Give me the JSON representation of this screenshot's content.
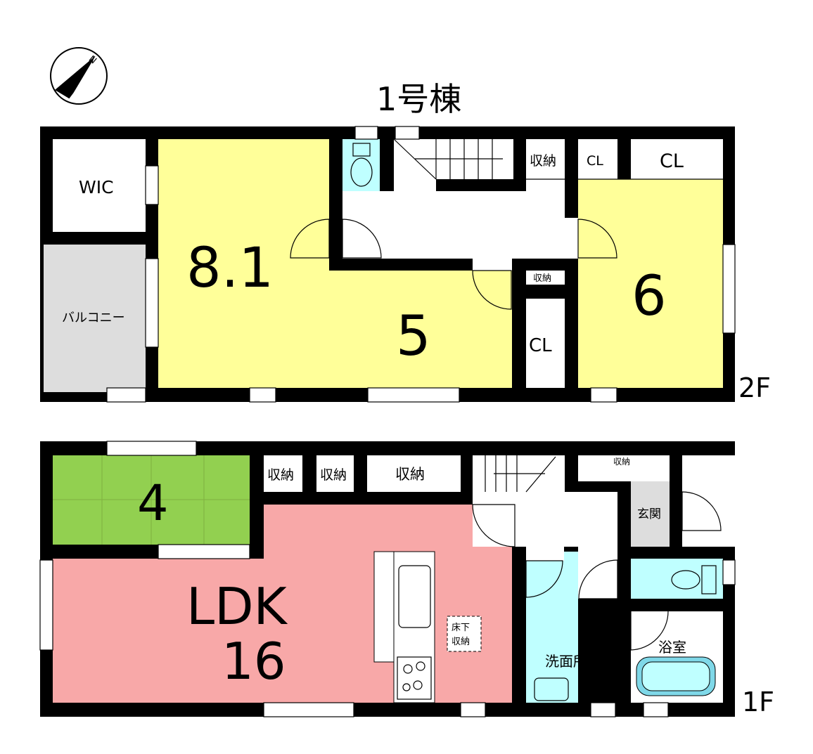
{
  "title": "1号棟",
  "compass": {
    "label": "N"
  },
  "floor2": {
    "label": "2F",
    "rooms": {
      "wic": "WIC",
      "balcony": "バルコニー",
      "room_a": "8.1",
      "room_b": "5",
      "room_c": "6",
      "storage1": "収納",
      "cl1": "CL",
      "cl2": "CL",
      "storage2": "収納",
      "cl3": "CL"
    }
  },
  "floor1": {
    "label": "1F",
    "rooms": {
      "washitsu": "4",
      "ldk_name": "LDK",
      "ldk_size": "16",
      "storage1": "収納",
      "storage2": "収納",
      "storage3": "収納",
      "storage4": "収納",
      "entrance": "玄関",
      "underfloor_line1": "床下",
      "underfloor_line2": "収納",
      "washroom": "洗面所",
      "bathroom": "浴室"
    }
  },
  "colors": {
    "yellow": "#ffff99",
    "pink": "#f8a8a8",
    "green": "#92d050",
    "cyan": "#bfffff",
    "gray": "#dddddd"
  }
}
